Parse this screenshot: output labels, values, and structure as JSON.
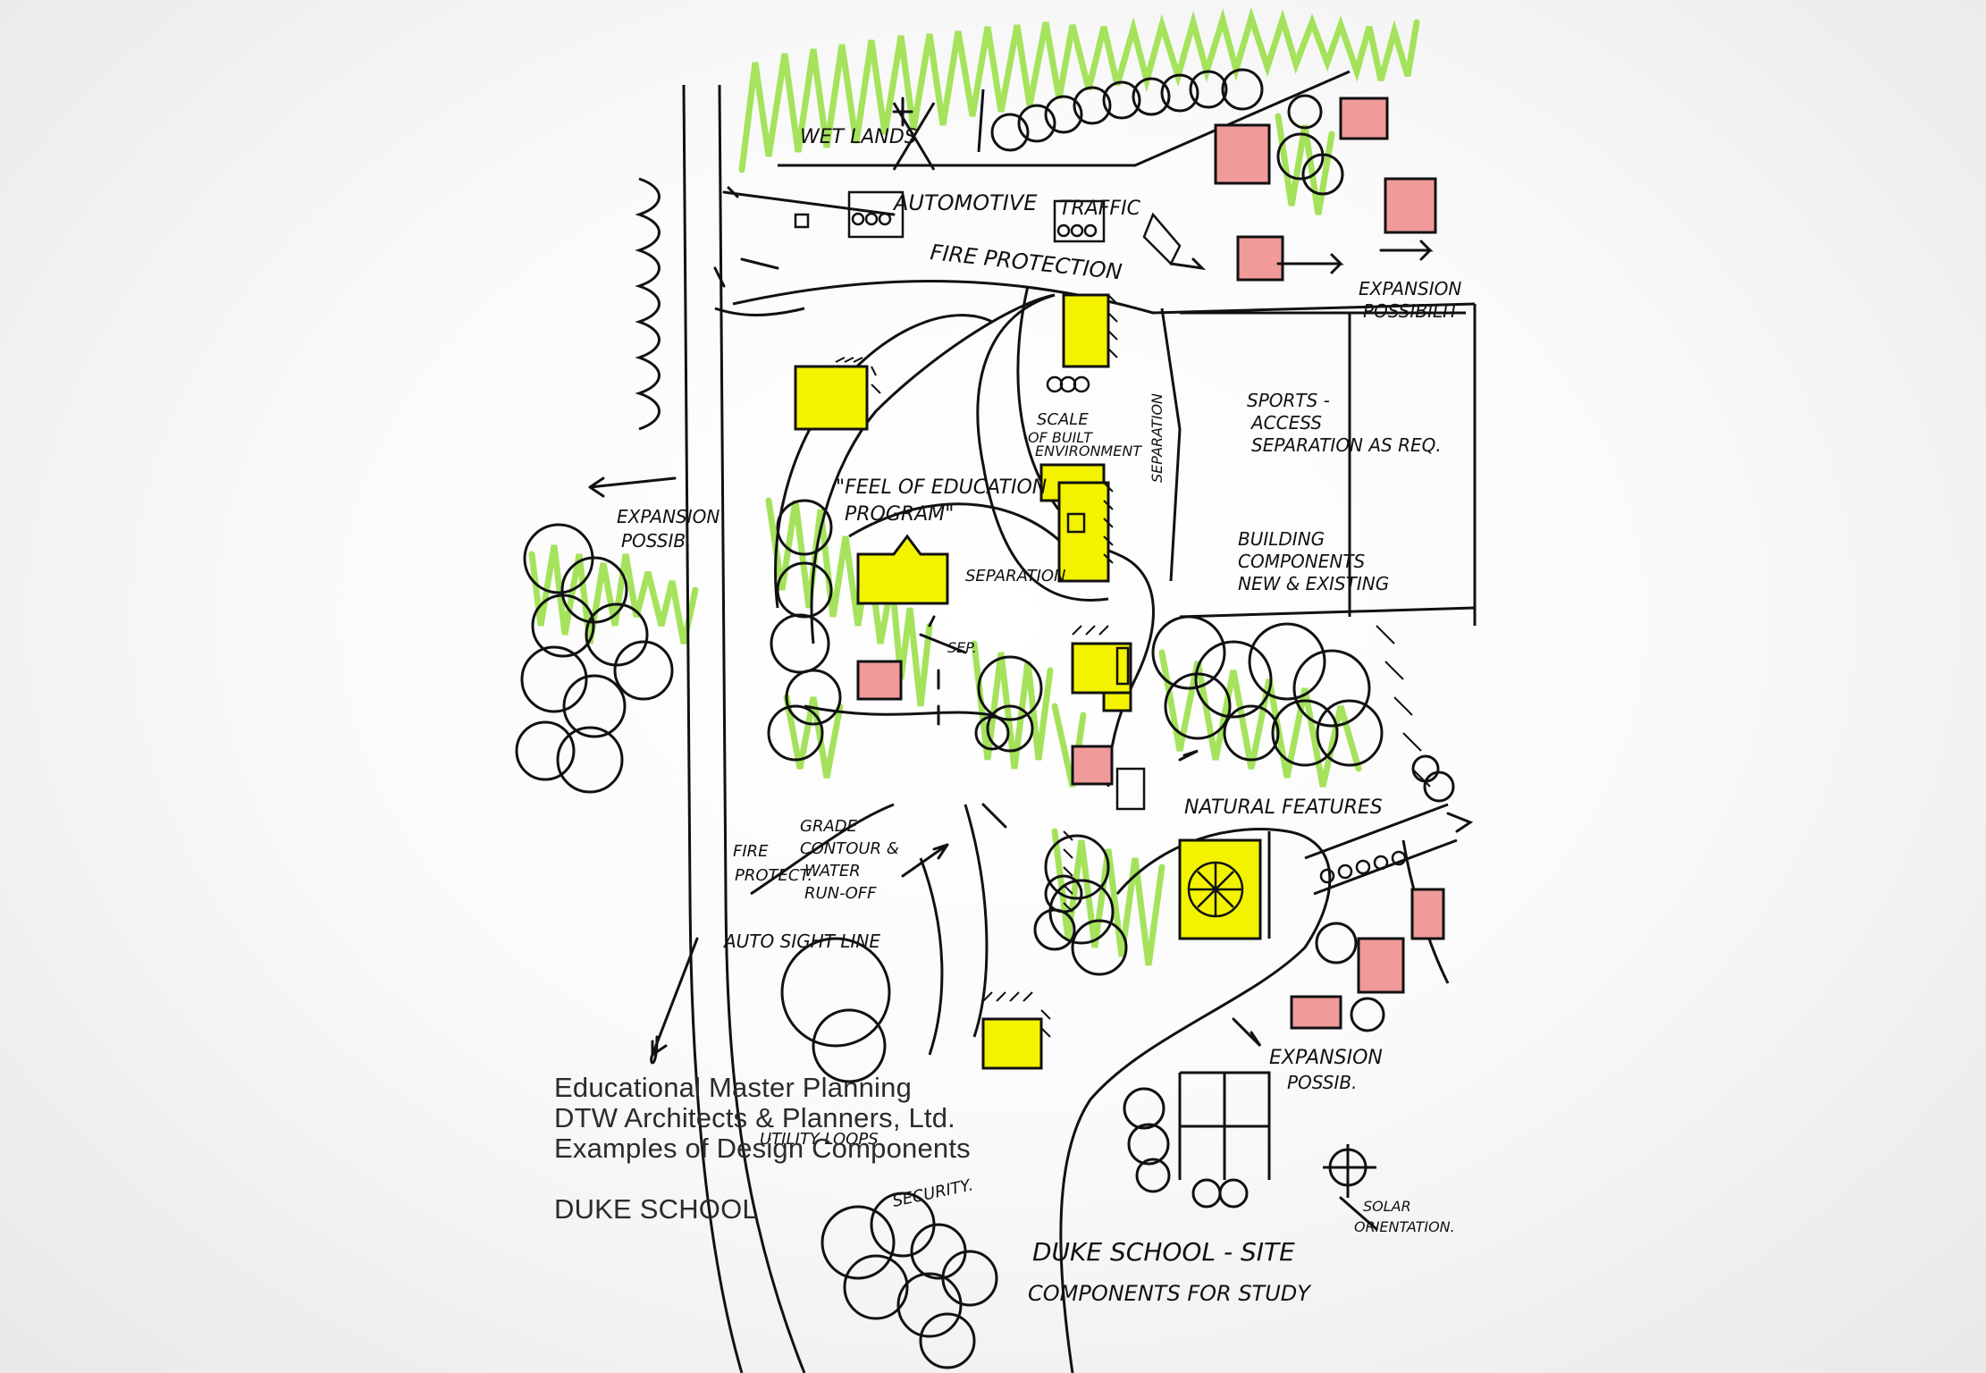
{
  "caption": {
    "line1": "Educational Master Planning",
    "line2": "DTW Architects & Planners, Ltd.",
    "line3": "Examples of Design Components",
    "line4": "DUKE SCHOOL"
  },
  "sketch_labels": {
    "wetlands": "WET LANDS",
    "automotive": "AUTOMOTIVE",
    "traffic": "TRAFFIC",
    "fire_protection": "FIRE PROTECTION",
    "expansion_possib_ne_1": "EXPANSION",
    "expansion_possib_ne_2": "POSSIBILIT",
    "sports_1": "SPORTS -",
    "sports_2": "ACCESS",
    "sports_3": "SEPARATION AS REQ.",
    "scale_1": "SCALE",
    "scale_2": "OF BUILT",
    "scale_3": "ENVIRONMENT",
    "separation_vertical": "SEPARATION",
    "expansion_w_1": "EXPANSION",
    "expansion_w_2": "POSSIB.",
    "feel_1": "\"FEEL OF EDUCATION",
    "feel_2": "PROGRAM\"",
    "separation_mid": "SEPARATION",
    "sep": "SEP.",
    "building_1": "BUILDING",
    "building_2": "COMPONENTS",
    "building_3": "NEW & EXISTING",
    "natural_features": "NATURAL FEATURES",
    "fire_1": "FIRE",
    "fire_2": "PROTECT.",
    "grade_1": "GRADE",
    "grade_2": "CONTOUR &",
    "grade_3": "WATER",
    "grade_4": "RUN-OFF",
    "autosight": "AUTO SIGHT LINE",
    "expansion_se_1": "EXPANSION",
    "expansion_se_2": "POSSIB.",
    "utility": "UTILITY LOOPS",
    "security": "SECURITY.",
    "solar_1": "SOLAR",
    "solar_2": "ORIENTATION.",
    "site_title": "DUKE SCHOOL - SITE",
    "site_sub": "COMPONENTS FOR STUDY"
  },
  "colors": {
    "green": "#9be04a",
    "yellow": "#f3f300",
    "pink": "#f09a9a",
    "ink": "#111111",
    "caption": "#2b2b2b"
  }
}
